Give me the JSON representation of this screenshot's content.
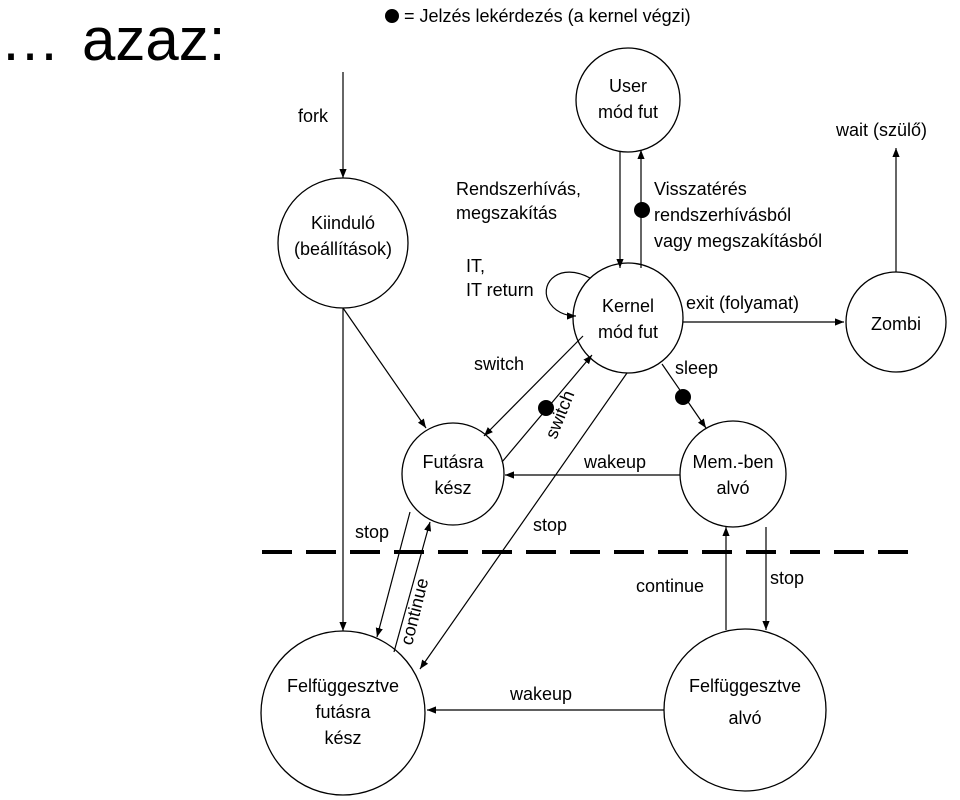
{
  "title": {
    "ellipsis": "…",
    "word": "azaz:"
  },
  "legend": {
    "text": "= Jelzés lekérdezés (a kernel végzi)"
  },
  "states": {
    "user": {
      "line1": "User",
      "line2": "mód fut"
    },
    "kiindulo": {
      "line1": "Kiinduló",
      "line2": "(beállítások)"
    },
    "kernel": {
      "line1": "Kernel",
      "line2": "mód fut"
    },
    "zombi": {
      "line1": "Zombi"
    },
    "futasra": {
      "line1": "Futásra",
      "line2": "kész"
    },
    "memben": {
      "line1": "Mem.-ben",
      "line2": "alvó"
    },
    "felf_kesz": {
      "line1": "Felfüggesztve",
      "line2": "futásra",
      "line3": "kész"
    },
    "felf_alvo": {
      "line1": "Felfüggesztve",
      "line2": "alvó"
    }
  },
  "transitions": {
    "fork": "fork",
    "wait": "wait (szülő)",
    "syscall_1": "Rendszerhívás,",
    "syscall_2": "megszakítás",
    "return_1": "Visszatérés",
    "return_2": "rendszerhívásból",
    "return_3": "vagy megszakításból",
    "it_1": "IT,",
    "it_2": "IT return",
    "exit": "exit (folyamat)",
    "switch_out": "switch",
    "switch_in": "switch",
    "sleep": "sleep",
    "wakeup_top": "wakeup",
    "stop_ready": "stop",
    "continue_ready": "continue",
    "stop_kernel": "stop",
    "continue_sleep": "continue",
    "stop_sleep": "stop",
    "wakeup_bottom": "wakeup"
  },
  "colors": {
    "ink": "#000000",
    "background": "#ffffff"
  }
}
